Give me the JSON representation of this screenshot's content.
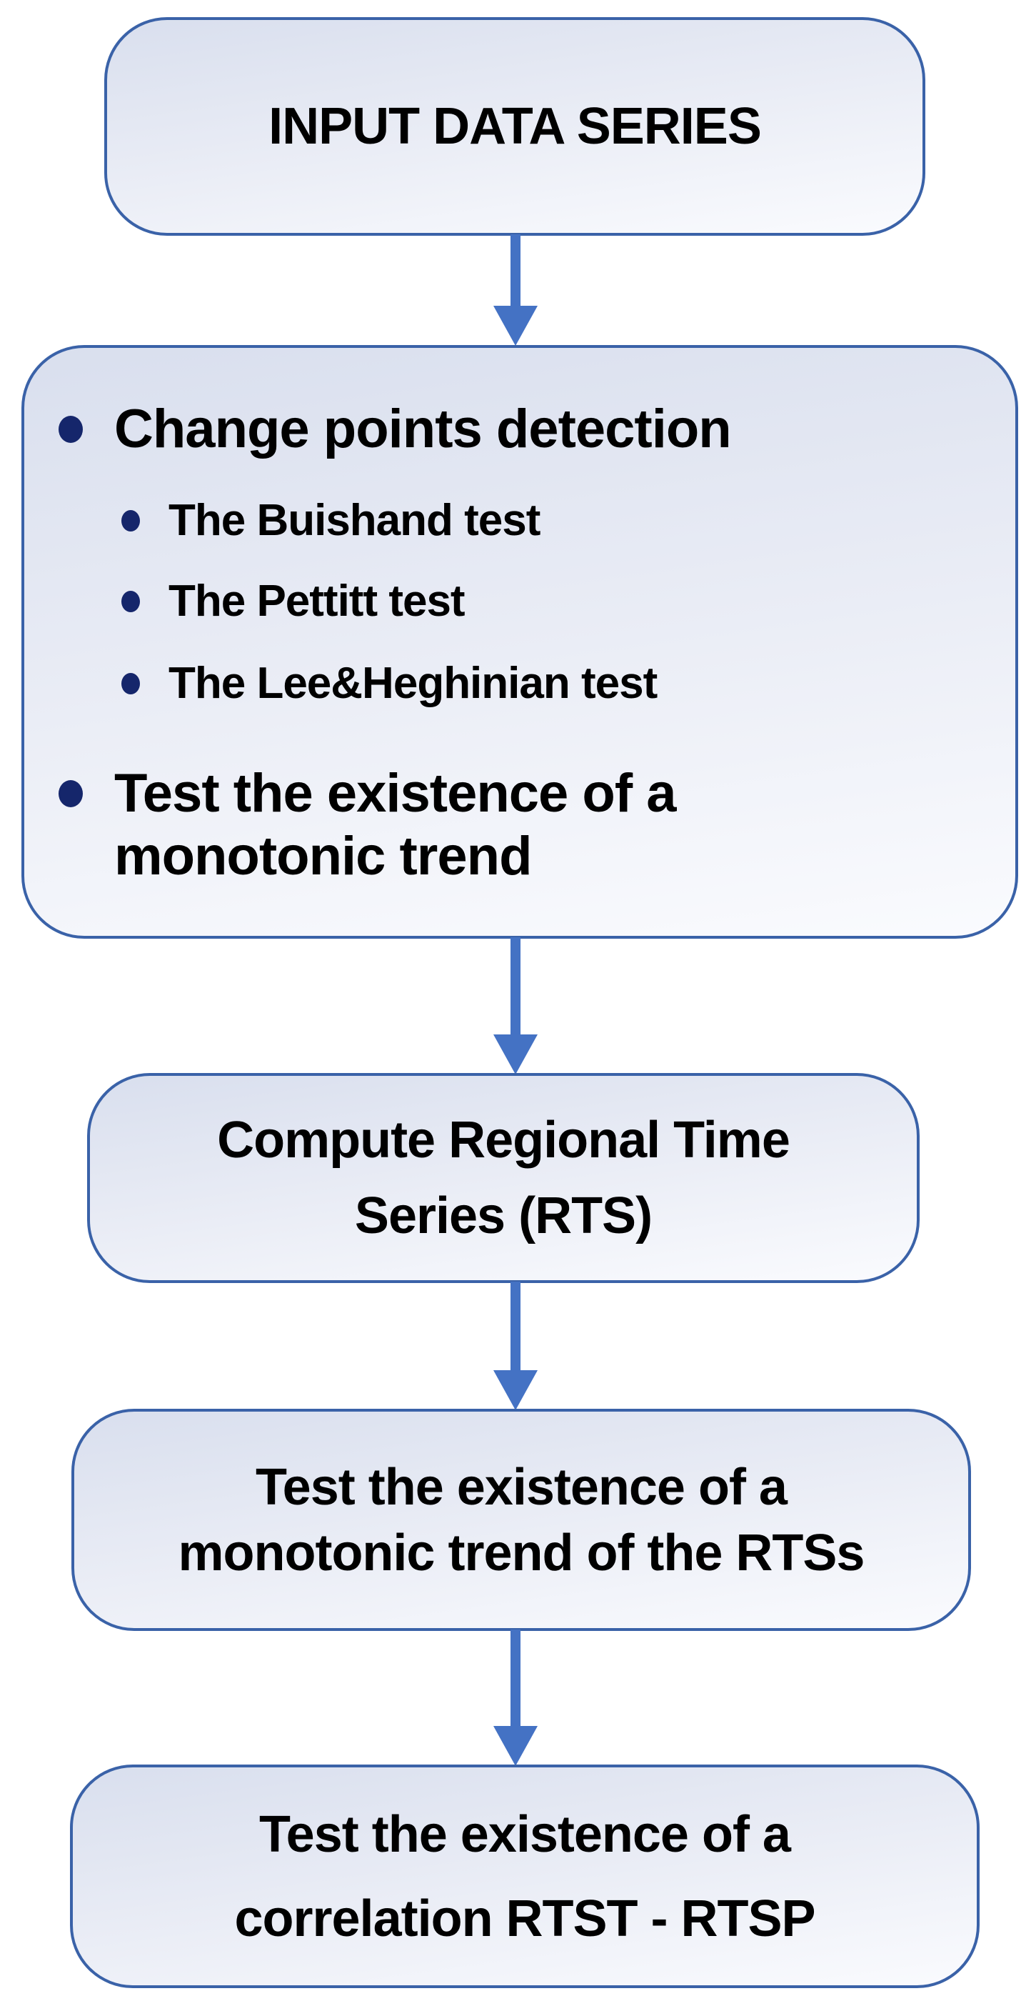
{
  "flowchart": {
    "type": "flowchart",
    "direction": "top-down",
    "colors": {
      "box_border": "#3a62a8",
      "box_fill_dark": "#d9dfee",
      "box_fill_light": "#fafbfe",
      "arrow": "#4472c4",
      "bullet": "#15266b",
      "text": "#000000",
      "background": "#ffffff"
    },
    "boxes": [
      {
        "id": "input-data-series",
        "lines": [
          "INPUT DATA SERIES"
        ]
      },
      {
        "id": "change-points-analysis",
        "items": [
          {
            "level": 1,
            "lines": [
              "Change points detection"
            ]
          },
          {
            "level": 2,
            "lines": [
              "The Buishand test"
            ]
          },
          {
            "level": 2,
            "lines": [
              "The Pettitt test"
            ]
          },
          {
            "level": 2,
            "lines": [
              "The Lee&Heghinian test"
            ]
          },
          {
            "level": 1,
            "lines": [
              "Test the existence of a",
              "monotonic trend"
            ]
          }
        ]
      },
      {
        "id": "compute-rts",
        "lines": [
          "Compute Regional Time",
          "Series (RTS)"
        ]
      },
      {
        "id": "trend-rts",
        "lines": [
          "Test the existence of a",
          "monotonic trend of the RTSs"
        ]
      },
      {
        "id": "correlation-rtst-rtsp",
        "lines": [
          "Test the existence of a",
          "correlation RTST - RTSP"
        ]
      }
    ],
    "connectors": [
      {
        "icon": "arrow-down-icon",
        "from": "input-data-series",
        "to": "change-points-analysis"
      },
      {
        "icon": "arrow-down-icon",
        "from": "change-points-analysis",
        "to": "compute-rts"
      },
      {
        "icon": "arrow-down-icon",
        "from": "compute-rts",
        "to": "trend-rts"
      },
      {
        "icon": "arrow-down-icon",
        "from": "trend-rts",
        "to": "correlation-rtst-rtsp"
      }
    ]
  }
}
